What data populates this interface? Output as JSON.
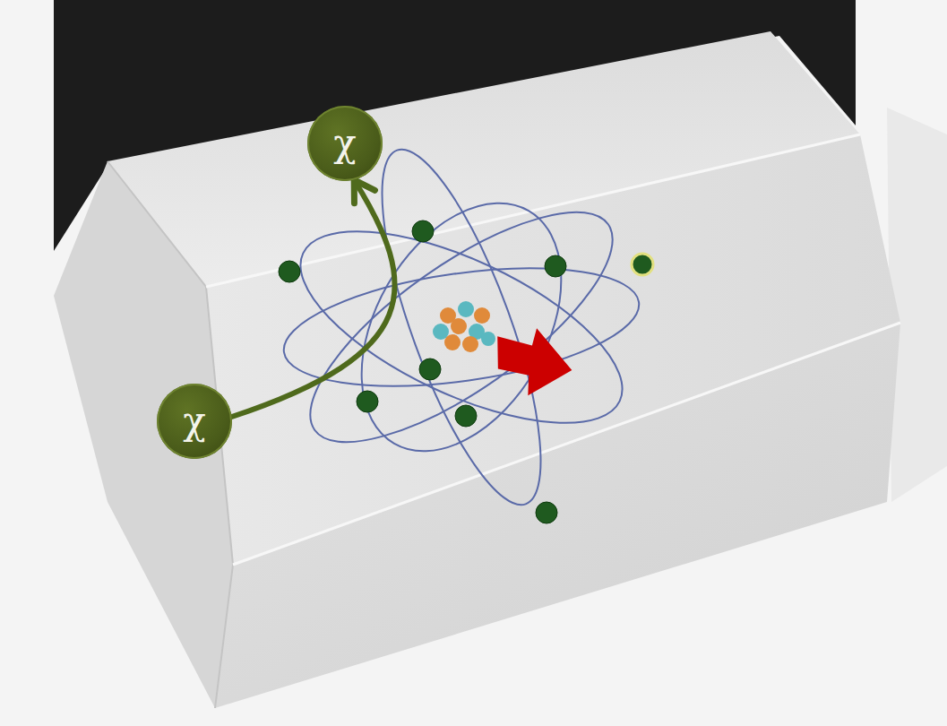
{
  "diagram": {
    "nodes": [
      {
        "text": [
          "χ"
        ]
      },
      {
        "text": [
          "χ"
        ]
      }
    ],
    "edges": [
      {
        "from": 1,
        "to": 0,
        "arrow": "to"
      }
    ]
  }
}
